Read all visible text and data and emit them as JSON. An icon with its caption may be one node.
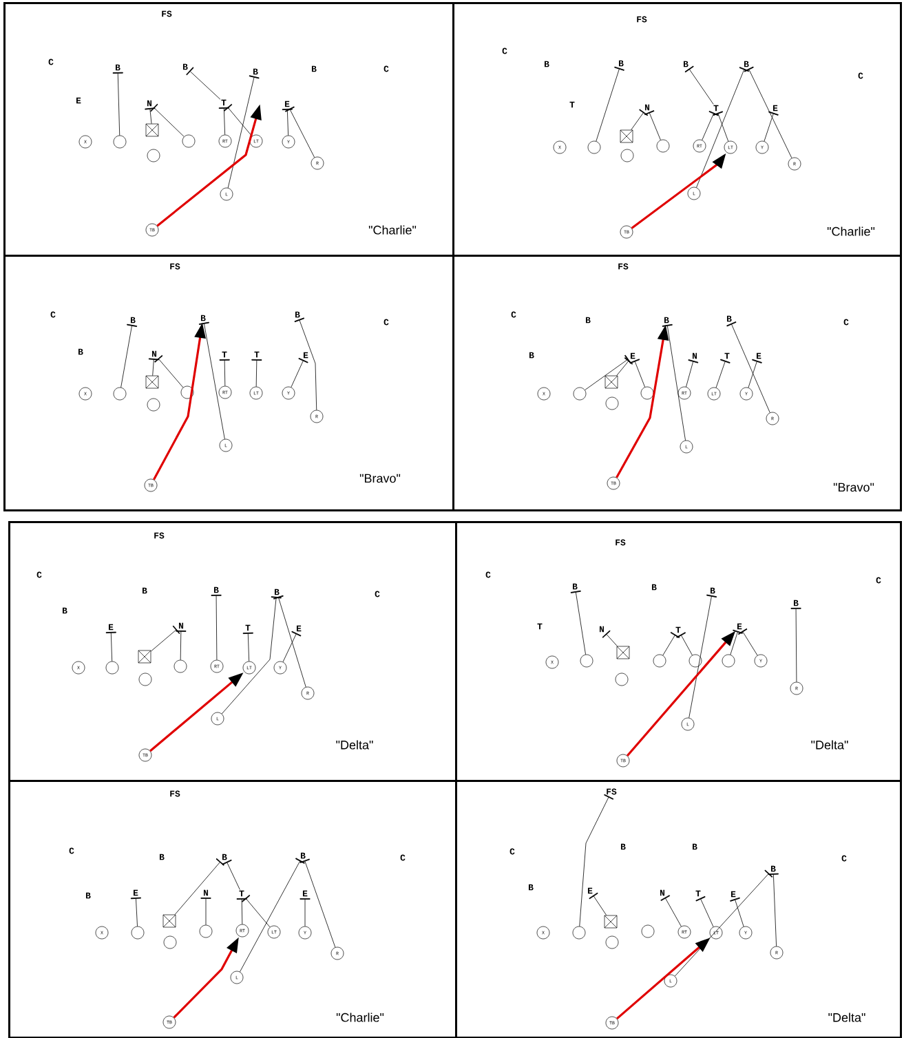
{
  "diagram": {
    "nodes": [
      {
        "text": [
          "\"Charlie\""
        ]
      },
      {
        "text": [
          "X"
        ],
        "in": 0
      },
      {
        "text": [],
        "shape": "circle",
        "in": 0
      },
      {
        "text": [],
        "shape": "box",
        "in": 0
      },
      {
        "text": [],
        "shape": "circle",
        "in": 0
      },
      {
        "text": [
          "RT"
        ],
        "in": 0
      },
      {
        "text": [
          "LT"
        ],
        "in": 0
      },
      {
        "text": [
          "Y"
        ],
        "in": 0
      },
      {
        "text": [],
        "shape": "circle",
        "in": 0
      },
      {
        "text": [
          "R"
        ],
        "in": 0
      },
      {
        "text": [
          "L"
        ],
        "in": 0
      },
      {
        "text": [
          "TB"
        ],
        "in": 0
      },
      {
        "text": [
          "\"Charlie\""
        ]
      },
      {
        "text": [
          "X"
        ],
        "in": 12
      },
      {
        "text": [],
        "shape": "circle",
        "in": 12
      },
      {
        "text": [],
        "shape": "box",
        "in": 12
      },
      {
        "text": [],
        "shape": "circle",
        "in": 12
      },
      {
        "text": [
          "RT"
        ],
        "in": 12
      },
      {
        "text": [
          "LT"
        ],
        "in": 12
      },
      {
        "text": [
          "Y"
        ],
        "in": 12
      },
      {
        "text": [],
        "shape": "circle",
        "in": 12
      },
      {
        "text": [
          "R"
        ],
        "in": 12
      },
      {
        "text": [
          "L"
        ],
        "in": 12
      },
      {
        "text": [
          "TB"
        ],
        "in": 12
      },
      {
        "text": [
          "\"Bravo\""
        ]
      },
      {
        "text": [
          "X"
        ],
        "in": 24
      },
      {
        "text": [],
        "shape": "circle",
        "in": 24
      },
      {
        "text": [],
        "shape": "box",
        "in": 24
      },
      {
        "text": [],
        "shape": "circle",
        "in": 24
      },
      {
        "text": [
          "RT"
        ],
        "in": 24
      },
      {
        "text": [
          "LT"
        ],
        "in": 24
      },
      {
        "text": [
          "Y"
        ],
        "in": 24
      },
      {
        "text": [],
        "shape": "circle",
        "in": 24
      },
      {
        "text": [
          "R"
        ],
        "in": 24
      },
      {
        "text": [
          "L"
        ],
        "in": 24
      },
      {
        "text": [
          "TB"
        ],
        "in": 24
      },
      {
        "text": [
          "\"Bravo\""
        ]
      },
      {
        "text": [
          "X"
        ],
        "in": 36
      },
      {
        "text": [],
        "shape": "circle",
        "in": 36
      },
      {
        "text": [],
        "shape": "box",
        "in": 36
      },
      {
        "text": [],
        "shape": "circle",
        "in": 36
      },
      {
        "text": [
          "RT"
        ],
        "in": 36
      },
      {
        "text": [
          "LT"
        ],
        "in": 36
      },
      {
        "text": [
          "Y"
        ],
        "in": 36
      },
      {
        "text": [],
        "shape": "circle",
        "in": 36
      },
      {
        "text": [
          "R"
        ],
        "in": 36
      },
      {
        "text": [
          "L"
        ],
        "in": 36
      },
      {
        "text": [
          "TB"
        ],
        "in": 36
      },
      {
        "text": [
          "\"Delta\""
        ]
      },
      {
        "text": [
          "X"
        ],
        "in": 48
      },
      {
        "text": [],
        "shape": "circle",
        "in": 48
      },
      {
        "text": [],
        "shape": "box",
        "in": 48
      },
      {
        "text": [],
        "shape": "circle",
        "in": 48
      },
      {
        "text": [
          "RT"
        ],
        "in": 48
      },
      {
        "text": [
          "LT"
        ],
        "in": 48
      },
      {
        "text": [
          "Y"
        ],
        "in": 48
      },
      {
        "text": [],
        "shape": "circle",
        "in": 48
      },
      {
        "text": [
          "R"
        ],
        "in": 48
      },
      {
        "text": [
          "L"
        ],
        "in": 48
      },
      {
        "text": [
          "TB"
        ],
        "in": 48
      },
      {
        "text": [
          "\"Delta\""
        ]
      },
      {
        "text": [
          "X"
        ],
        "in": 60
      },
      {
        "text": [],
        "shape": "circle",
        "in": 60
      },
      {
        "text": [],
        "shape": "box",
        "in": 60
      },
      {
        "text": [],
        "shape": "circle",
        "in": 60
      },
      {
        "text": [],
        "shape": "circle",
        "in": 60
      },
      {
        "text": [],
        "shape": "circle",
        "in": 60
      },
      {
        "text": [
          "Y"
        ],
        "in": 60
      },
      {
        "text": [],
        "shape": "circle",
        "in": 60
      },
      {
        "text": [
          "R"
        ],
        "in": 60
      },
      {
        "text": [
          "L"
        ],
        "in": 60
      },
      {
        "text": [
          "TB"
        ],
        "in": 60
      },
      {
        "text": [
          "\"Charlie\""
        ]
      },
      {
        "text": [
          "X"
        ],
        "in": 72
      },
      {
        "text": [],
        "shape": "circle",
        "in": 72
      },
      {
        "text": [],
        "shape": "box",
        "in": 72
      },
      {
        "text": [],
        "shape": "circle",
        "in": 72
      },
      {
        "text": [
          "RT"
        ],
        "in": 72
      },
      {
        "text": [
          "LT"
        ],
        "in": 72
      },
      {
        "text": [
          "Y"
        ],
        "in": 72
      },
      {
        "text": [],
        "shape": "circle",
        "in": 72
      },
      {
        "text": [
          "R"
        ],
        "in": 72
      },
      {
        "text": [
          "L"
        ],
        "in": 72
      },
      {
        "text": [
          "TB"
        ],
        "in": 72
      },
      {
        "text": [
          "\"Delta\""
        ]
      },
      {
        "text": [
          "X"
        ],
        "in": 84
      },
      {
        "text": [],
        "shape": "circle",
        "in": 84
      },
      {
        "text": [],
        "shape": "box",
        "in": 84
      },
      {
        "text": [],
        "shape": "circle",
        "in": 84
      },
      {
        "text": [
          "RT"
        ],
        "in": 84
      },
      {
        "text": [
          "LT"
        ],
        "in": 84
      },
      {
        "text": [
          "Y"
        ],
        "in": 84
      },
      {
        "text": [],
        "shape": "circle",
        "in": 84
      },
      {
        "text": [
          "R"
        ],
        "in": 84
      },
      {
        "text": [
          "L"
        ],
        "in": 84
      },
      {
        "text": [
          "TB"
        ],
        "in": 84
      },
      {
        "text": [
          "FS"
        ],
        "in": 0
      },
      {
        "text": [
          "C"
        ],
        "in": 0
      },
      {
        "text": [
          "B"
        ],
        "in": 0
      },
      {
        "text": [
          "B"
        ],
        "in": 0
      },
      {
        "text": [
          "B"
        ],
        "in": 0
      },
      {
        "text": [
          "B"
        ],
        "in": 0
      },
      {
        "text": [
          "C"
        ],
        "in": 0
      },
      {
        "text": [
          "E"
        ],
        "in": 0
      },
      {
        "text": [
          "N"
        ],
        "in": 0
      },
      {
        "text": [
          "T"
        ],
        "in": 0
      },
      {
        "text": [
          "E"
        ],
        "in": 0
      },
      {
        "text": [
          "FS"
        ],
        "in": 12
      },
      {
        "text": [
          "C"
        ],
        "in": 12
      },
      {
        "text": [
          "B"
        ],
        "in": 12
      },
      {
        "text": [
          "B"
        ],
        "in": 12
      },
      {
        "text": [
          "B"
        ],
        "in": 12
      },
      {
        "text": [
          "B"
        ],
        "in": 12
      },
      {
        "text": [
          "C"
        ],
        "in": 12
      },
      {
        "text": [
          "T"
        ],
        "in": 12
      },
      {
        "text": [
          "N"
        ],
        "in": 12
      },
      {
        "text": [
          "T"
        ],
        "in": 12
      },
      {
        "text": [
          "E"
        ],
        "in": 12
      },
      {
        "text": [
          "FS"
        ],
        "in": 24
      },
      {
        "text": [
          "C"
        ],
        "in": 24
      },
      {
        "text": [
          "B"
        ],
        "in": 24
      },
      {
        "text": [
          "B"
        ],
        "in": 24
      },
      {
        "text": [
          "B"
        ],
        "in": 24
      },
      {
        "text": [
          "C"
        ],
        "in": 24
      },
      {
        "text": [
          "B"
        ],
        "in": 24
      },
      {
        "text": [
          "N"
        ],
        "in": 24
      },
      {
        "text": [
          "T"
        ],
        "in": 24
      },
      {
        "text": [
          "T"
        ],
        "in": 24
      },
      {
        "text": [
          "E"
        ],
        "in": 24
      },
      {
        "text": [
          "FS"
        ],
        "in": 36
      },
      {
        "text": [
          "C"
        ],
        "in": 36
      },
      {
        "text": [
          "B"
        ],
        "in": 36
      },
      {
        "text": [
          "B"
        ],
        "in": 36
      },
      {
        "text": [
          "B"
        ],
        "in": 36
      },
      {
        "text": [
          "C"
        ],
        "in": 36
      },
      {
        "text": [
          "B"
        ],
        "in": 36
      },
      {
        "text": [
          "E"
        ],
        "in": 36
      },
      {
        "text": [
          "N"
        ],
        "in": 36
      },
      {
        "text": [
          "T"
        ],
        "in": 36
      },
      {
        "text": [
          "E"
        ],
        "in": 36
      },
      {
        "text": [
          "FS"
        ],
        "in": 48
      },
      {
        "text": [
          "C"
        ],
        "in": 48
      },
      {
        "text": [
          "B"
        ],
        "in": 48
      },
      {
        "text": [
          "B"
        ],
        "in": 48
      },
      {
        "text": [
          "B"
        ],
        "in": 48
      },
      {
        "text": [
          "C"
        ],
        "in": 48
      },
      {
        "text": [
          "B"
        ],
        "in": 48
      },
      {
        "text": [
          "E"
        ],
        "in": 48
      },
      {
        "text": [
          "N"
        ],
        "in": 48
      },
      {
        "text": [
          "T"
        ],
        "in": 48
      },
      {
        "text": [
          "E"
        ],
        "in": 48
      },
      {
        "text": [
          "FS"
        ],
        "in": 60
      },
      {
        "text": [
          "C"
        ],
        "in": 60
      },
      {
        "text": [
          "B"
        ],
        "in": 60
      },
      {
        "text": [
          "B"
        ],
        "in": 60
      },
      {
        "text": [
          "B"
        ],
        "in": 60
      },
      {
        "text": [
          "C"
        ],
        "in": 60
      },
      {
        "text": [
          "B"
        ],
        "in": 60
      },
      {
        "text": [
          "T"
        ],
        "in": 60
      },
      {
        "text": [
          "N"
        ],
        "in": 60
      },
      {
        "text": [
          "T"
        ],
        "in": 60
      },
      {
        "text": [
          "E"
        ],
        "in": 60
      },
      {
        "text": [
          "FS"
        ],
        "in": 72
      },
      {
        "text": [
          "C"
        ],
        "in": 72
      },
      {
        "text": [
          "B"
        ],
        "in": 72
      },
      {
        "text": [
          "B"
        ],
        "in": 72
      },
      {
        "text": [
          "B"
        ],
        "in": 72
      },
      {
        "text": [
          "C"
        ],
        "in": 72
      },
      {
        "text": [
          "B"
        ],
        "in": 72
      },
      {
        "text": [
          "E"
        ],
        "in": 72
      },
      {
        "text": [
          "N"
        ],
        "in": 72
      },
      {
        "text": [
          "T"
        ],
        "in": 72
      },
      {
        "text": [
          "E"
        ],
        "in": 72
      },
      {
        "text": [
          "FS"
        ],
        "in": 84
      },
      {
        "text": [
          "C"
        ],
        "in": 84
      },
      {
        "text": [
          "B"
        ],
        "in": 84
      },
      {
        "text": [
          "B"
        ],
        "in": 84
      },
      {
        "text": [
          "C"
        ],
        "in": 84
      },
      {
        "text": [
          "B"
        ],
        "in": 84
      },
      {
        "text": [
          "B"
        ],
        "in": 84
      },
      {
        "text": [
          "E"
        ],
        "in": 84
      },
      {
        "text": [
          "N"
        ],
        "in": 84
      },
      {
        "text": [
          "T"
        ],
        "in": 84
      },
      {
        "text": [
          "E"
        ],
        "in": 84
      }
    ],
    "edges": [
      {
        "from": 2,
        "to": 98,
        "arrow": "other"
      },
      {
        "from": 3,
        "to": 104,
        "arrow": "other"
      },
      {
        "from": 4,
        "to": 104,
        "arrow": "other"
      },
      {
        "from": 5,
        "to": 105,
        "arrow": "other"
      },
      {
        "from": 6,
        "to": 105,
        "arrow": "other"
      },
      {
        "from": 7,
        "to": 106,
        "arrow": "other"
      },
      {
        "from": 9,
        "to": 106,
        "arrow": "other"
      },
      {
        "from": 10,
        "to": 100,
        "arrow": "other"
      },
      {
        "from": 11,
        "to": null,
        "arrow": "to",
        "style": "thick",
        "color": "#e00000"
      },
      {
        "from": 14,
        "to": 110,
        "arrow": "other"
      },
      {
        "from": 15,
        "to": 115,
        "arrow": "other"
      },
      {
        "from": 16,
        "to": 115,
        "arrow": "other"
      },
      {
        "from": 17,
        "to": 116,
        "arrow": "other"
      },
      {
        "from": 18,
        "to": 116,
        "arrow": "other"
      },
      {
        "from": 19,
        "to": 117,
        "arrow": "other"
      },
      {
        "from": 21,
        "to": 112,
        "arrow": "other"
      },
      {
        "from": 22,
        "to": 112,
        "arrow": "other"
      },
      {
        "from": 23,
        "to": 18,
        "arrow": "to",
        "style": "thick",
        "color": "#e00000"
      },
      {
        "from": 26,
        "to": 120,
        "arrow": "other"
      },
      {
        "from": 27,
        "to": 125,
        "arrow": "other"
      },
      {
        "from": 28,
        "to": 125,
        "arrow": "other"
      },
      {
        "from": 29,
        "to": 126,
        "arrow": "other"
      },
      {
        "from": 30,
        "to": 127,
        "arrow": "other"
      },
      {
        "from": 31,
        "to": 128,
        "arrow": "other"
      },
      {
        "from": 33,
        "to": 122,
        "arrow": "other"
      },
      {
        "from": 34,
        "to": 121,
        "arrow": "other"
      },
      {
        "from": 35,
        "to": 121,
        "arrow": "to",
        "style": "thick",
        "color": "#e00000"
      },
      {
        "from": 38,
        "to": 136,
        "arrow": "other"
      },
      {
        "from": 39,
        "to": 136,
        "arrow": "other"
      },
      {
        "from": 40,
        "to": 136,
        "arrow": "other"
      },
      {
        "from": 41,
        "to": 137,
        "arrow": "other"
      },
      {
        "from": 42,
        "to": 138,
        "arrow": "other"
      },
      {
        "from": 43,
        "to": 139,
        "arrow": "other"
      },
      {
        "from": 45,
        "to": 133,
        "arrow": "other"
      },
      {
        "from": 46,
        "to": 132,
        "arrow": "other"
      },
      {
        "from": 47,
        "to": 132,
        "arrow": "to",
        "style": "thick",
        "color": "#e00000"
      },
      {
        "from": 50,
        "to": 147,
        "arrow": "other"
      },
      {
        "from": 51,
        "to": 148,
        "arrow": "other"
      },
      {
        "from": 52,
        "to": 148,
        "arrow": "other"
      },
      {
        "from": 53,
        "to": 143,
        "arrow": "other"
      },
      {
        "from": 54,
        "to": 149,
        "arrow": "other"
      },
      {
        "from": 55,
        "to": 150,
        "arrow": "other"
      },
      {
        "from": 57,
        "to": 144,
        "arrow": "other"
      },
      {
        "from": 58,
        "to": 144,
        "arrow": "other"
      },
      {
        "from": 59,
        "to": 54,
        "arrow": "to",
        "style": "thick",
        "color": "#e00000"
      },
      {
        "from": 62,
        "to": 153,
        "arrow": "other"
      },
      {
        "from": 63,
        "to": 159,
        "arrow": "other"
      },
      {
        "from": 64,
        "to": 160,
        "arrow": "other"
      },
      {
        "from": 65,
        "to": 160,
        "arrow": "other"
      },
      {
        "from": 66,
        "to": 161,
        "arrow": "other"
      },
      {
        "from": 67,
        "to": 161,
        "arrow": "other"
      },
      {
        "from": 69,
        "to": 157,
        "arrow": "other"
      },
      {
        "from": 70,
        "to": 155,
        "arrow": "other"
      },
      {
        "from": 71,
        "to": 161,
        "arrow": "to",
        "style": "thick",
        "color": "#e00000"
      },
      {
        "from": 74,
        "to": 169,
        "arrow": "other"
      },
      {
        "from": 75,
        "to": 165,
        "arrow": "other"
      },
      {
        "from": 76,
        "to": 170,
        "arrow": "other"
      },
      {
        "from": 77,
        "to": 171,
        "arrow": "other"
      },
      {
        "from": 78,
        "to": 171,
        "arrow": "other"
      },
      {
        "from": 79,
        "to": 172,
        "arrow": "other"
      },
      {
        "from": 81,
        "to": 166,
        "arrow": "other"
      },
      {
        "from": 82,
        "to": 166,
        "arrow": "other"
      },
      {
        "from": 83,
        "to": 77,
        "arrow": "to",
        "style": "thick",
        "color": "#e00000"
      },
      {
        "from": 86,
        "to": 173,
        "arrow": "other"
      },
      {
        "from": 87,
        "to": 180,
        "arrow": "other"
      },
      {
        "from": 89,
        "to": 181,
        "arrow": "other"
      },
      {
        "from": 90,
        "to": 182,
        "arrow": "other"
      },
      {
        "from": 91,
        "to": 183,
        "arrow": "other"
      },
      {
        "from": 93,
        "to": 178,
        "arrow": "other"
      },
      {
        "from": 94,
        "to": 178,
        "arrow": "other"
      },
      {
        "from": 95,
        "to": 90,
        "arrow": "to",
        "style": "thick",
        "color": "#e00000"
      },
      {
        "from": 105,
        "to": 99,
        "arrow": "other"
      },
      {
        "from": 116,
        "to": 111,
        "arrow": "other"
      },
      {
        "from": 171,
        "to": 165,
        "arrow": "other"
      }
    ]
  }
}
